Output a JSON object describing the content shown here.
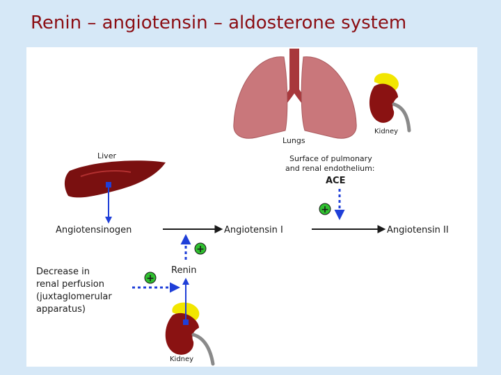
{
  "slide": {
    "title": "Renin – angiotensin – aldosterone system"
  },
  "diagram": {
    "organs": {
      "lungs": "Lungs",
      "kidney_top": "Kidney",
      "liver": "Liver",
      "kidney_bottom": "Kidney"
    },
    "endothelium_text": {
      "line1": "Surface of pulmonary",
      "line2": "and renal endothelium:"
    },
    "enzymes": {
      "ace": "ACE",
      "renin": "Renin"
    },
    "pathway": {
      "angiotensinogen": "Angiotensinogen",
      "angiotensin_1": "Angiotensin I",
      "angiotensin_2": "Angiotensin II"
    },
    "stimulus": {
      "line1": "Decrease in",
      "line2": "renal perfusion",
      "line3": "(juxtaglomerular",
      "line4": "apparatus)"
    },
    "activation_symbol": "+",
    "colors": {
      "title": "#8b0d13",
      "background": "#d6e8f7",
      "lung": "#c9777b",
      "liver": "#7a1010",
      "kidney": "#8a1212",
      "adrenal": "#f2e600",
      "arrow_blue": "#1f3fd8",
      "plus_green": "#2fc02f"
    }
  }
}
